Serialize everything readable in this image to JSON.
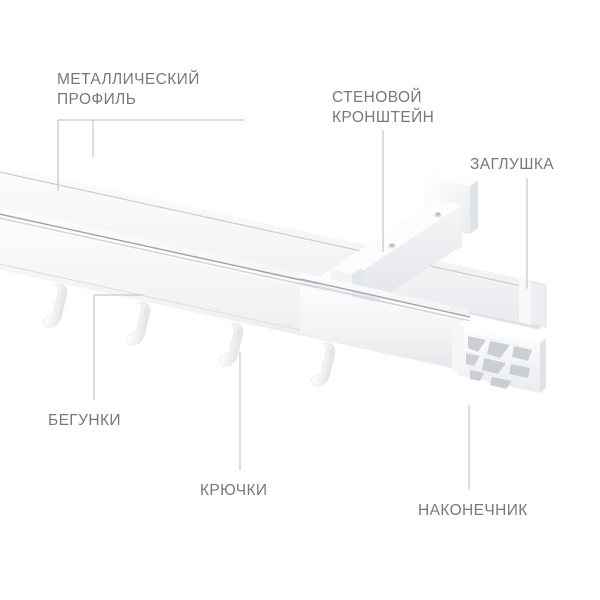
{
  "diagram": {
    "title": "Curtain rail component callout diagram",
    "background_color": "#ffffff",
    "label_color": "#76787c",
    "leader_color": "#b9bcc0",
    "product_color": "#f2f3f5"
  },
  "labels": {
    "metal_profile": "МЕТАЛЛИЧЕСКИЙ\nПРОФИЛЬ",
    "wall_bracket": "СТЕНОВОЙ\nКРОНШТЕЙН",
    "end_cap": "ЗАГЛУШКА",
    "runners": "БЕГУНКИ",
    "hooks": "КРЮЧКИ",
    "finial": "НАКОНЕЧНИК"
  },
  "parts": [
    {
      "id": "metal-profile",
      "label": "МЕТАЛЛИЧЕСКИЙ ПРОФИЛЬ",
      "leader": "double-drop-bar"
    },
    {
      "id": "wall-bracket",
      "label": "СТЕНОВОЙ КРОНШТЕЙН",
      "leader": "vertical"
    },
    {
      "id": "end-cap",
      "label": "ЗАГЛУШКА",
      "leader": "vertical"
    },
    {
      "id": "runners",
      "label": "БЕГУНКИ",
      "leader": "elbow"
    },
    {
      "id": "hooks",
      "label": "КРЮЧКИ",
      "leader": "vertical"
    },
    {
      "id": "finial",
      "label": "НАКОНЕЧНИК",
      "leader": "vertical"
    }
  ]
}
